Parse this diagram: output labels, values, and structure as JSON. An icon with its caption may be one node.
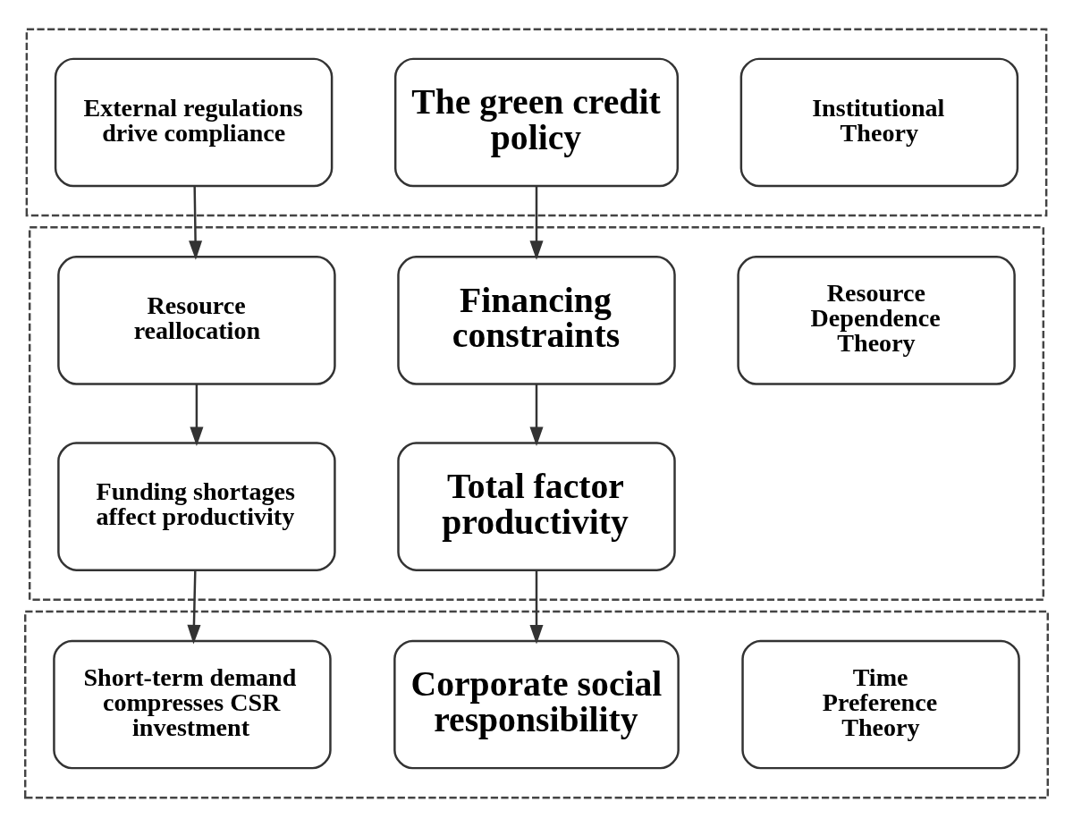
{
  "diagram": {
    "nodes": [
      {
        "text": [],
        "shape": "box"
      },
      {
        "text": [
          "Institutional Theory"
        ],
        "in": 0
      },
      {
        "text": [
          "The green credit policy"
        ],
        "in": 0
      },
      {
        "text": [
          "External regulations drive compliance"
        ],
        "in": 0
      },
      {
        "text": [],
        "shape": "box"
      },
      {
        "text": [
          "Resource Dependence Theory"
        ],
        "in": 4
      },
      {
        "text": [
          "Financing constraints"
        ],
        "in": 4
      },
      {
        "text": [
          "Resource reallocation"
        ],
        "in": 4
      },
      {
        "text": [
          "Total factor productivity"
        ],
        "in": 4
      },
      {
        "text": [
          "Funding shortages affect productivity"
        ],
        "in": 4
      },
      {
        "text": [],
        "shape": "box"
      },
      {
        "text": [
          "Time Preference Theory"
        ],
        "in": 10
      },
      {
        "text": [
          "Corporate social responsibility"
        ],
        "in": 10
      },
      {
        "text": [
          "Short-term demand compresses CSR investment"
        ],
        "in": 10
      }
    ],
    "edges": [
      {
        "from": 2,
        "to": 6,
        "arrow": "to"
      },
      {
        "from": 3,
        "to": 7,
        "arrow": "to"
      },
      {
        "from": 6,
        "to": 8,
        "arrow": "to"
      },
      {
        "from": 7,
        "to": 9,
        "arrow": "to"
      },
      {
        "from": 8,
        "to": 12,
        "arrow": "to"
      },
      {
        "from": 9,
        "to": 13,
        "arrow": "to"
      }
    ]
  }
}
